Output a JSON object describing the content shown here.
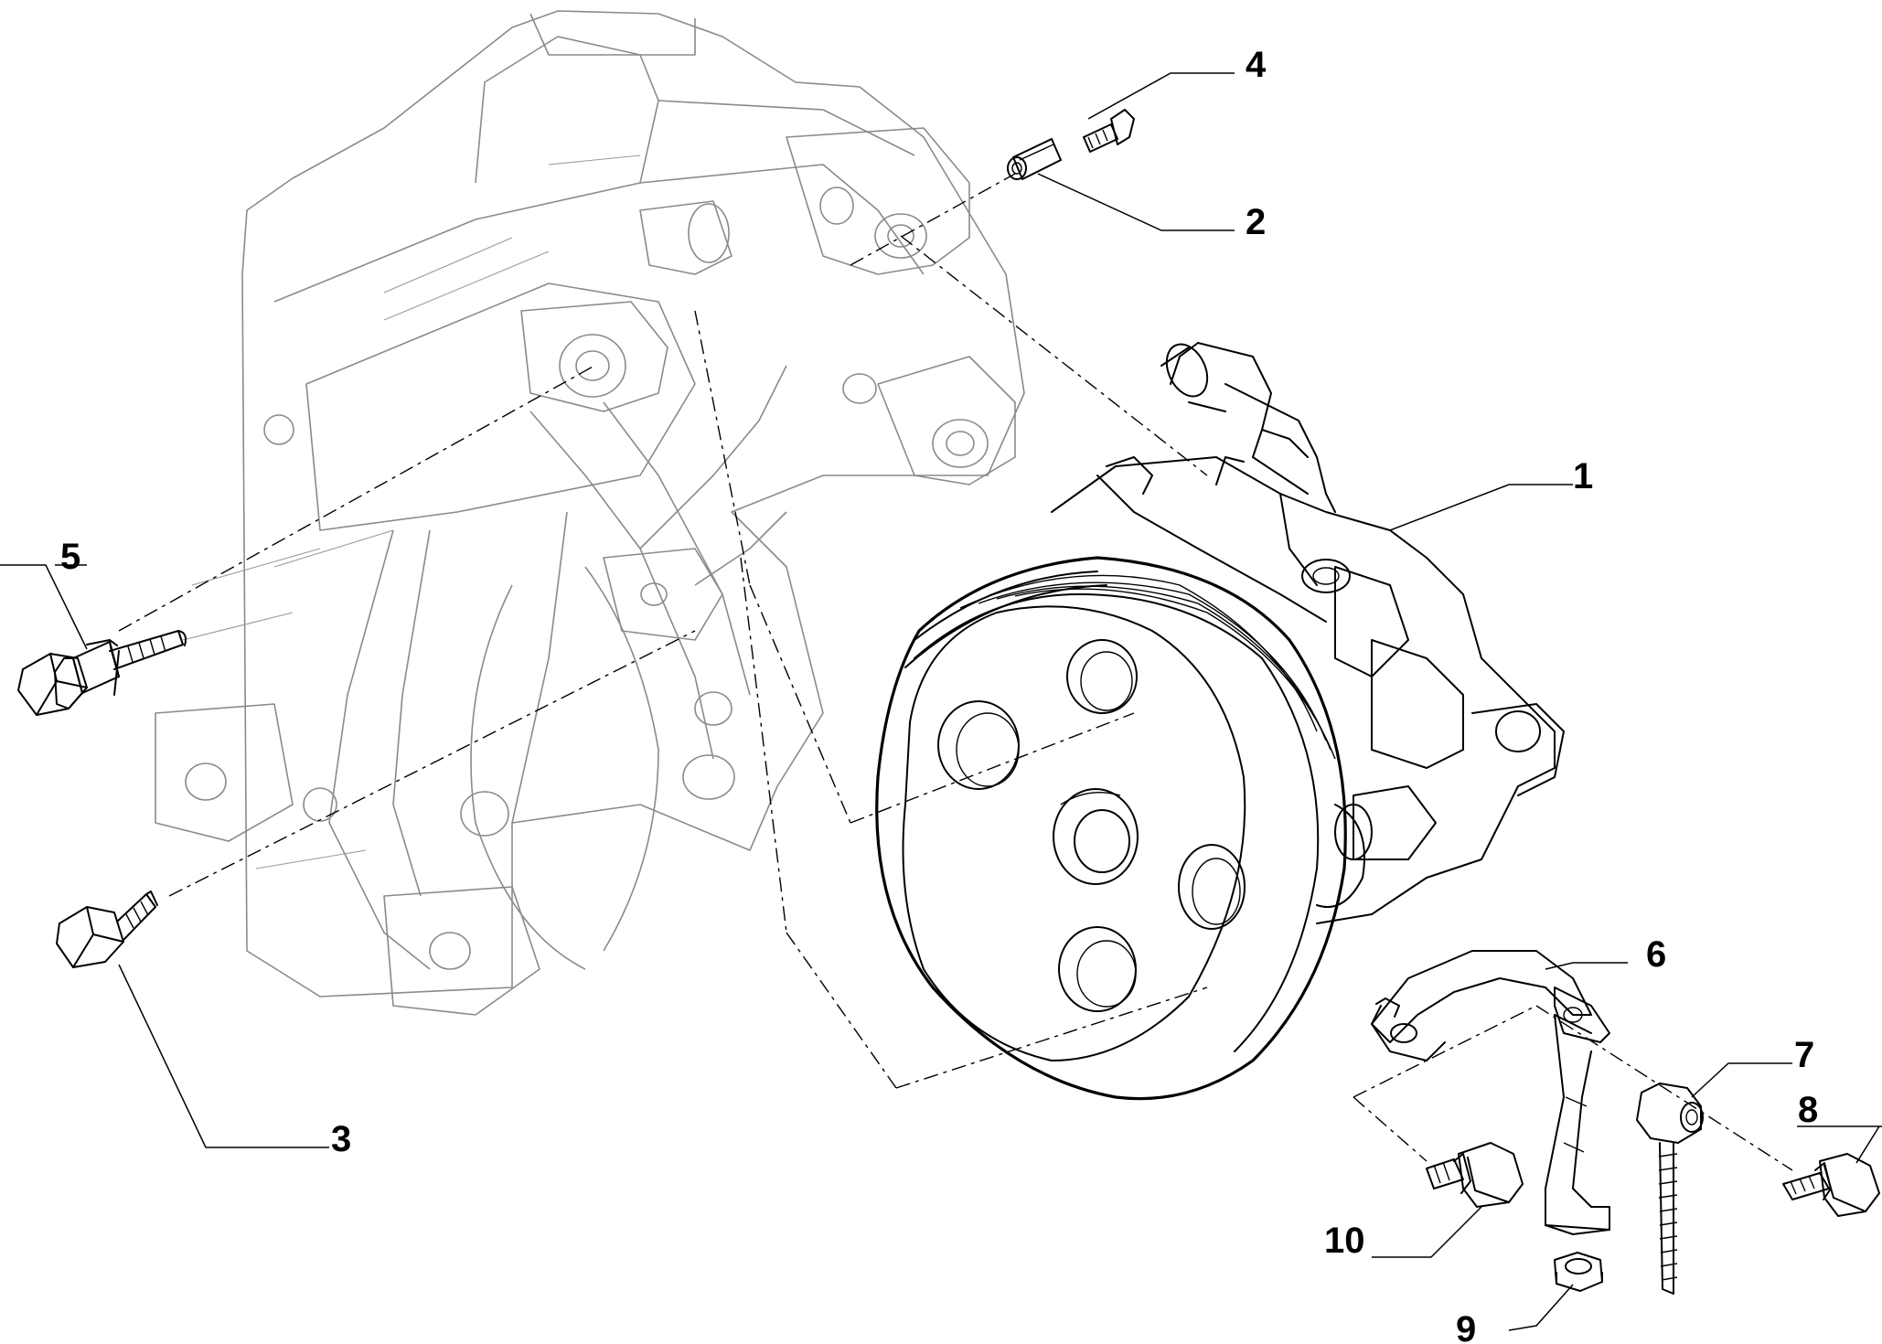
{
  "callouts": [
    {
      "id": "1",
      "label": "1"
    },
    {
      "id": "2",
      "label": "2"
    },
    {
      "id": "3",
      "label": "3"
    },
    {
      "id": "4",
      "label": "4"
    },
    {
      "id": "5",
      "label": "5"
    },
    {
      "id": "6",
      "label": "6"
    },
    {
      "id": "7",
      "label": "7"
    },
    {
      "id": "8",
      "label": "8"
    },
    {
      "id": "9",
      "label": "9"
    },
    {
      "id": "10",
      "label": "10"
    }
  ],
  "colors": {
    "line": "#000000",
    "housing_line": "#8a8a8a",
    "background": "#ffffff"
  }
}
